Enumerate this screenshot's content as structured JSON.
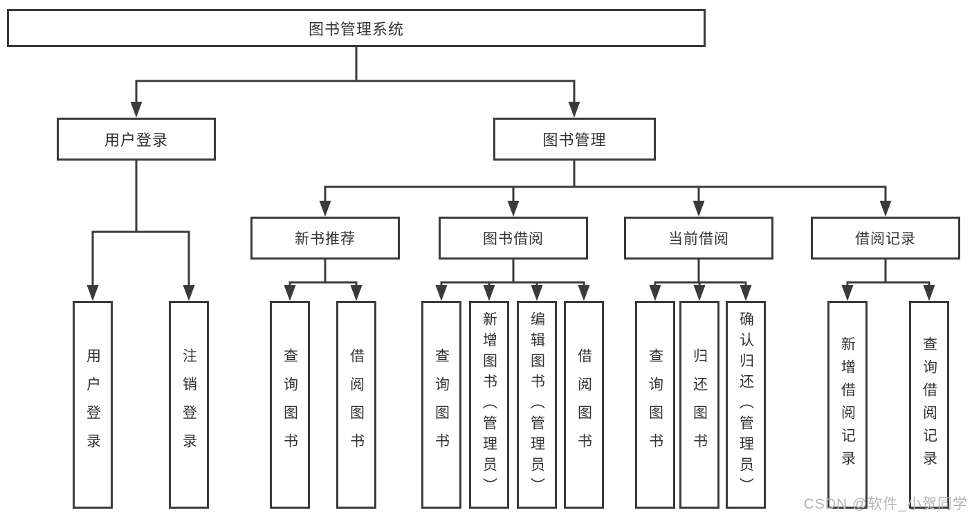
{
  "diagram": {
    "title": "图书管理系统",
    "tree": {
      "label": "图书管理系统",
      "children": [
        {
          "label": "用户登录",
          "children": [
            {
              "label": "用户登录"
            },
            {
              "label": "注销登录"
            }
          ]
        },
        {
          "label": "图书管理",
          "children": [
            {
              "label": "新书推荐",
              "children": [
                {
                  "label": "查询图书"
                },
                {
                  "label": "借阅图书"
                }
              ]
            },
            {
              "label": "图书借阅",
              "children": [
                {
                  "label": "查询图书"
                },
                {
                  "label": "新增图书（管理员）"
                },
                {
                  "label": "编辑图书（管理员）"
                },
                {
                  "label": "借阅图书"
                }
              ]
            },
            {
              "label": "当前借阅",
              "children": [
                {
                  "label": "查询图书"
                },
                {
                  "label": "归还图书"
                },
                {
                  "label": "确认归还（管理员）"
                }
              ]
            },
            {
              "label": "借阅记录",
              "children": [
                {
                  "label": "新增借阅记录"
                },
                {
                  "label": "查询借阅记录"
                }
              ]
            }
          ]
        }
      ]
    },
    "colors": {
      "line": "#3a3a3a",
      "text": "#333333",
      "background": "#ffffff",
      "watermark": "#b5b5b5"
    }
  },
  "watermark": {
    "text": "CSDN @软件_小贺同学"
  }
}
